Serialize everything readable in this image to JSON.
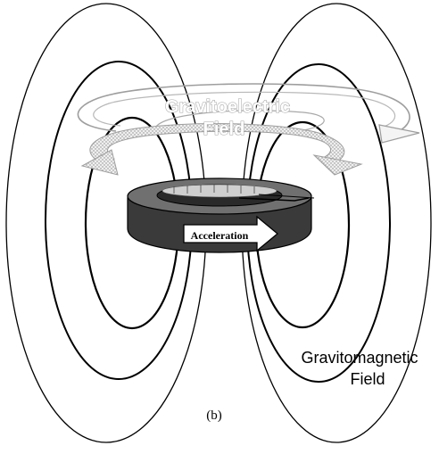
{
  "labels": {
    "gravitoelectric_line1": "Gravitoelectric",
    "gravitoelectric_line2": "Field",
    "gravitomagnetic_line1": "Gravitomagnetic",
    "gravitomagnetic_line2": "Field",
    "acceleration": "Acceleration",
    "panel": "(b)"
  },
  "colors": {
    "field_lines": "#000000",
    "gravitoelectric_text": "#a6a6a6",
    "gravitoelectric_arrows": "#9e9e9e",
    "ring_body": "#3a3a3a",
    "ring_top": "#707070",
    "ring_inner": "#2a2a2a",
    "arrow_fill": "#ffffff"
  }
}
